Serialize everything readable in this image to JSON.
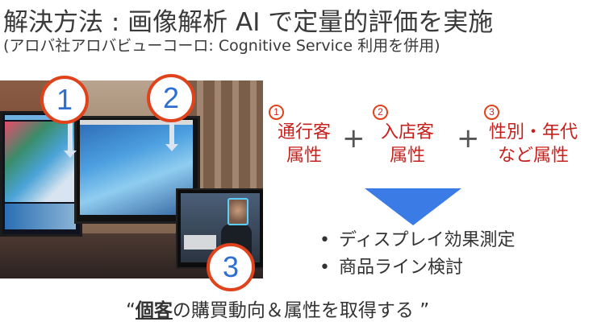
{
  "title": "解決方法 : 画像解析 AI で定量的評価を実施",
  "subtitle": "(アロバ社アロバビューコーロ: Cognitive Service 利用を併用)",
  "photo_markers": [
    "1",
    "2",
    "3"
  ],
  "categories": [
    {
      "num": "1",
      "line1": "通行客",
      "line2": "属性"
    },
    {
      "num": "2",
      "line1": "入店客",
      "line2": "属性"
    },
    {
      "num": "3",
      "line1": "性別・年代",
      "line2": "など属性"
    }
  ],
  "plus_sign": "+",
  "bullet_symbol": "•",
  "bullets": [
    "ディスプレイ効果測定",
    "商品ライン検討"
  ],
  "summary": {
    "open_quote": "“",
    "emphasis": "個客",
    "rest": "の購買動向＆属性を取得する ",
    "close_quote": "”"
  },
  "colors": {
    "accent_red": "#c8201c",
    "circle_border": "#e0431b",
    "arrow_blue": "#3a7be6",
    "marker_blue": "#2e6fd0"
  }
}
